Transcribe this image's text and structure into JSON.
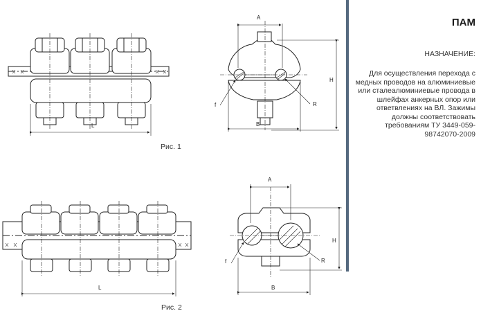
{
  "product": {
    "title": "ПАМ"
  },
  "purpose": {
    "heading": "НАЗНАЧЕНИЕ:",
    "text": "Для осуществления перехода с медных проводов на алюминиевые или сталеалюминиевые провода в шлейфах анкерных опор или ответвлениях на ВЛ. Зажимы должны соответствовать требованиям ТУ 3449-059-98742070-2009"
  },
  "figures": [
    {
      "caption": "Рис. 1",
      "length_label": "L",
      "dims": [
        "A",
        "H",
        "B",
        "f",
        "R"
      ]
    },
    {
      "caption": "Рис. 2",
      "length_label": "L",
      "dims": [
        "A",
        "H",
        "B",
        "f",
        "R"
      ]
    }
  ]
}
